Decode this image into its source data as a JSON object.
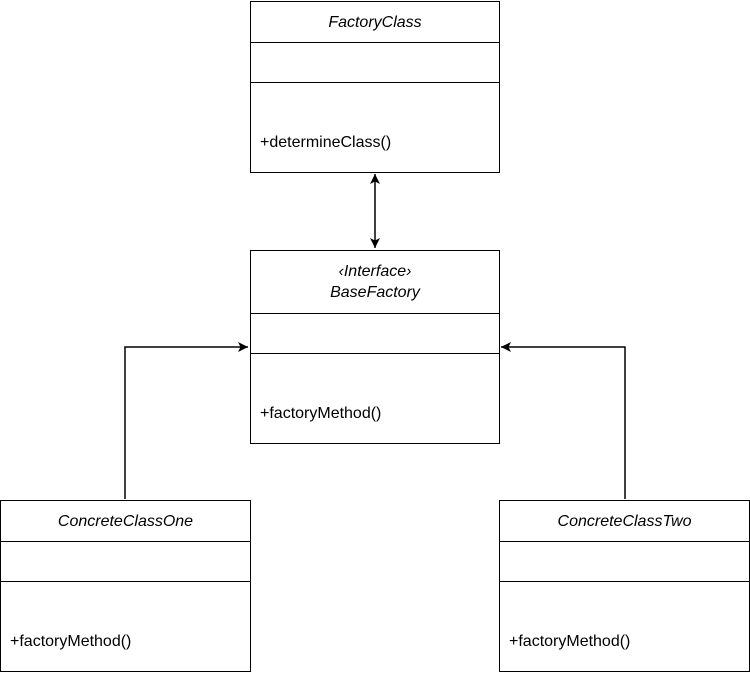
{
  "classes": {
    "factory_class": {
      "name": "FactoryClass",
      "methods": [
        "+determineClass()"
      ]
    },
    "base_factory": {
      "stereotype": "‹Interface›",
      "name": "BaseFactory",
      "methods": [
        "+factoryMethod()"
      ]
    },
    "concrete_one": {
      "name": "ConcreteClassOne",
      "methods": [
        "+factoryMethod()"
      ]
    },
    "concrete_two": {
      "name": "ConcreteClassTwo",
      "methods": [
        "+factoryMethod()"
      ]
    }
  },
  "relations": [
    {
      "from": "factory_class",
      "to": "base_factory",
      "arrows": "both"
    },
    {
      "from": "concrete_one",
      "to": "base_factory",
      "arrows": "end"
    },
    {
      "from": "concrete_two",
      "to": "base_factory",
      "arrows": "end"
    }
  ],
  "colors": {
    "stroke": "#000000",
    "fill": "#ffffff"
  }
}
